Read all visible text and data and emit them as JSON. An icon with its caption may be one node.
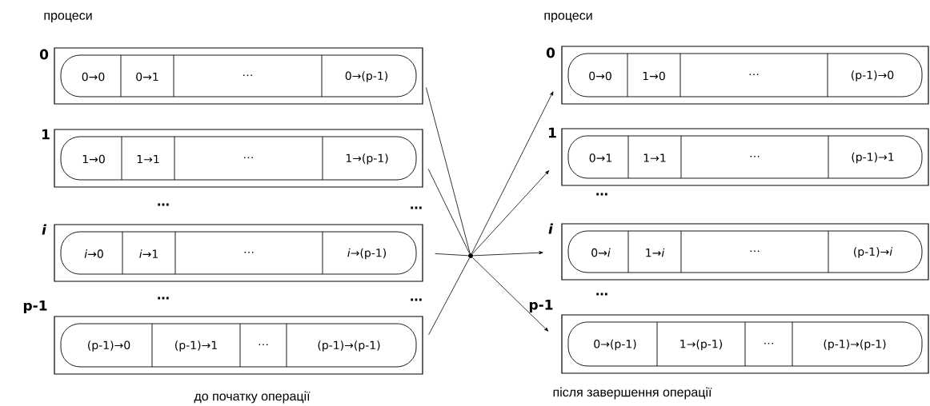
{
  "diagram": {
    "nodes": [
      {
        "text": [
          "0→0",
          "0→1",
          "⋯",
          "0→(p-1)"
        ],
        "beside": [
          "0"
        ]
      },
      {
        "text": [
          "1→0",
          "1→1",
          "⋯",
          "1→(p-1)"
        ],
        "beside": [
          "1"
        ]
      },
      {
        "text": [
          "*i*→0",
          "*i*→1",
          "⋯",
          "*i*→(p-1)"
        ],
        "beside": [
          "*i*"
        ]
      },
      {
        "text": [
          "(p-1)→0",
          "(p-1)→1",
          "⋯",
          "(p-1)→(p-1)"
        ],
        "beside": [
          "p-1"
        ]
      },
      {
        "text": [],
        "shape": "circle"
      },
      {
        "text": [
          "0→0",
          "1→0",
          "⋯",
          "(p-1)→0"
        ],
        "beside": [
          "0"
        ]
      },
      {
        "text": [
          "0→1",
          "1→1",
          "⋯",
          "(p-1)→1"
        ],
        "beside": [
          "1"
        ]
      },
      {
        "text": [
          "0→*i*",
          "1→*i*",
          "⋯",
          "(p-1)→*i*"
        ],
        "beside": [
          "*i*"
        ]
      },
      {
        "text": [
          "0→(p-1)",
          "1→(p-1)",
          "⋯",
          "(p-1)→(p-1)"
        ],
        "beside": [
          "p-1"
        ]
      }
    ],
    "edges": [
      {
        "from": 0,
        "to": 4,
        "arrow": "none"
      },
      {
        "from": 1,
        "to": 4,
        "arrow": "none"
      },
      {
        "from": 2,
        "to": 4,
        "arrow": "none"
      },
      {
        "from": 3,
        "to": 4,
        "arrow": "none"
      },
      {
        "from": 4,
        "to": 5,
        "arrow": "to"
      },
      {
        "from": 4,
        "to": 6,
        "arrow": "to"
      },
      {
        "from": 4,
        "to": 7,
        "arrow": "to"
      },
      {
        "from": 4,
        "to": 8,
        "arrow": "to"
      }
    ],
    "labels": [
      "процеси",
      "процеси",
      "⋯",
      "⋯",
      "⋯",
      "⋯",
      "⋯",
      "⋯",
      "до початку операції",
      "після завершення операції"
    ]
  }
}
